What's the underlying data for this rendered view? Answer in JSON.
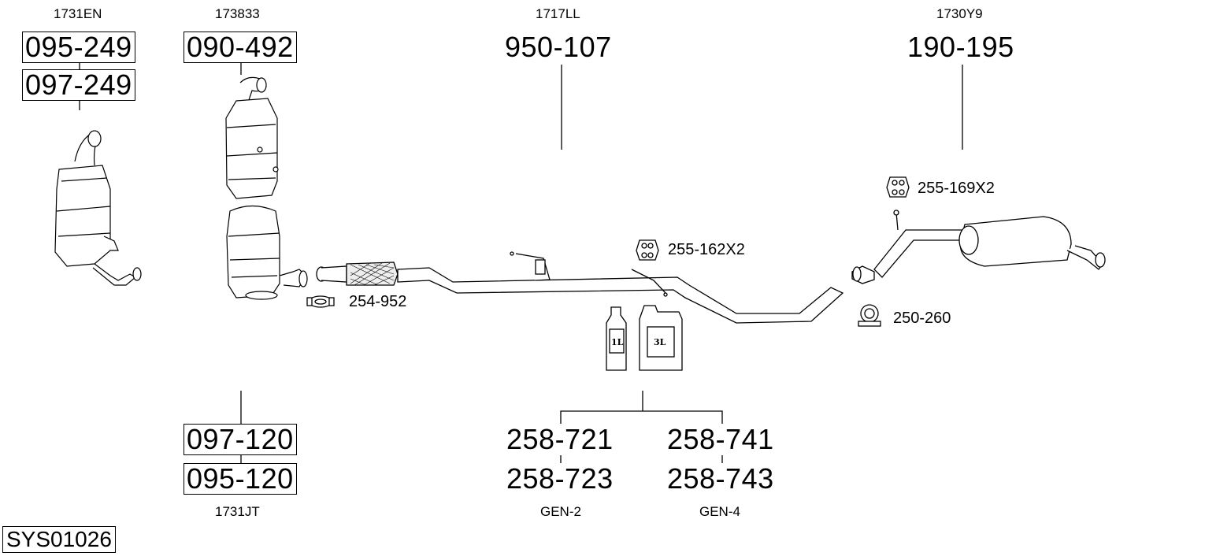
{
  "parts": {
    "cat_left": {
      "ref": "1731EN",
      "codes": [
        "095-249",
        "097-249"
      ]
    },
    "cat_mid": {
      "ref": "173833",
      "code": "090-492"
    },
    "dpf_mid": {
      "ref": "1731JT",
      "codes": [
        "097-120",
        "095-120"
      ]
    },
    "mid_pipe": {
      "ref": "1717LL",
      "code": "950-107"
    },
    "rear_muffler": {
      "ref": "1730Y9",
      "code": "190-195"
    },
    "additive_left": {
      "ref": "GEN-2",
      "codes": [
        "258-721",
        "258-723"
      ]
    },
    "additive_right": {
      "ref": "GEN-4",
      "codes": [
        "258-741",
        "258-743"
      ]
    }
  },
  "fittings": {
    "clamp_front": "254-952",
    "hanger_mid": "255-162X2",
    "hanger_rear": "255-169X2",
    "clamp_rear": "250-260"
  },
  "bottles": {
    "small": "1L",
    "large": "3L"
  },
  "system_id": "SYS01026"
}
